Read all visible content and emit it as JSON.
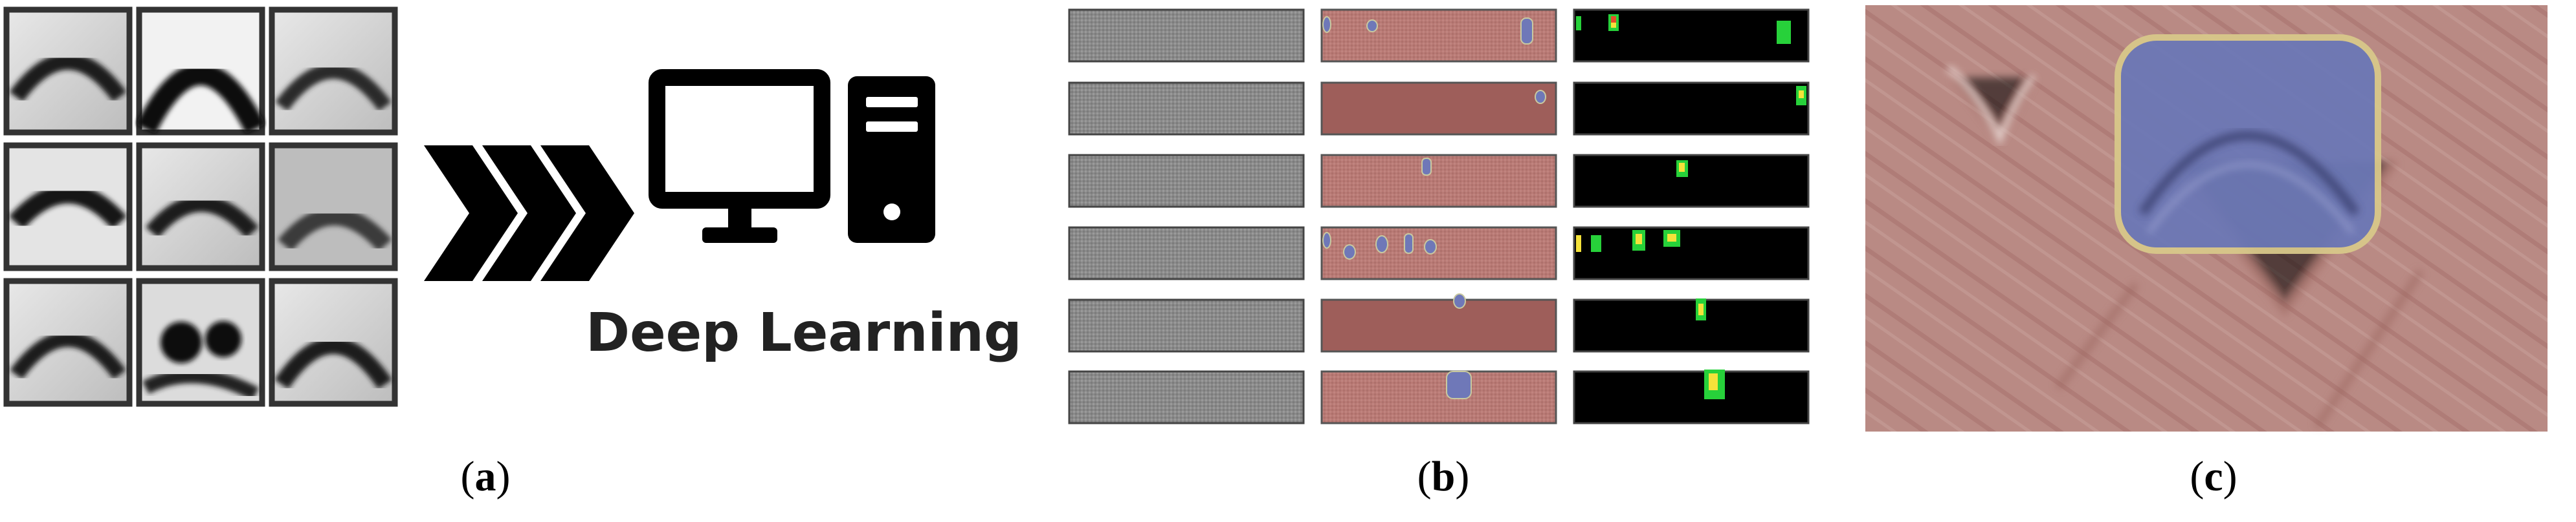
{
  "panels": {
    "a": {
      "caption_letter": "a",
      "deep_learning_label": "Deep Learning",
      "patch_grid": {
        "rows": 3,
        "cols": 3
      },
      "icons": [
        "chevron-arrows-icon",
        "monitor-icon",
        "computer-tower-icon"
      ]
    },
    "b": {
      "caption_letter": "b",
      "rows": 6,
      "columns": [
        "raw-radargram",
        "segmentation-overlay",
        "detection-mask"
      ],
      "colors": {
        "overlay_background": "#b97a75",
        "overlay_blob": "#6f78b8",
        "mask_background": "#000000",
        "mask_detection": "#27d13a",
        "mask_core": "#f4e23a"
      }
    },
    "c": {
      "caption_letter": "c",
      "colors": {
        "background": "#b98a84",
        "region": "#6c78b6",
        "region_border": "#d8c88a"
      }
    }
  }
}
